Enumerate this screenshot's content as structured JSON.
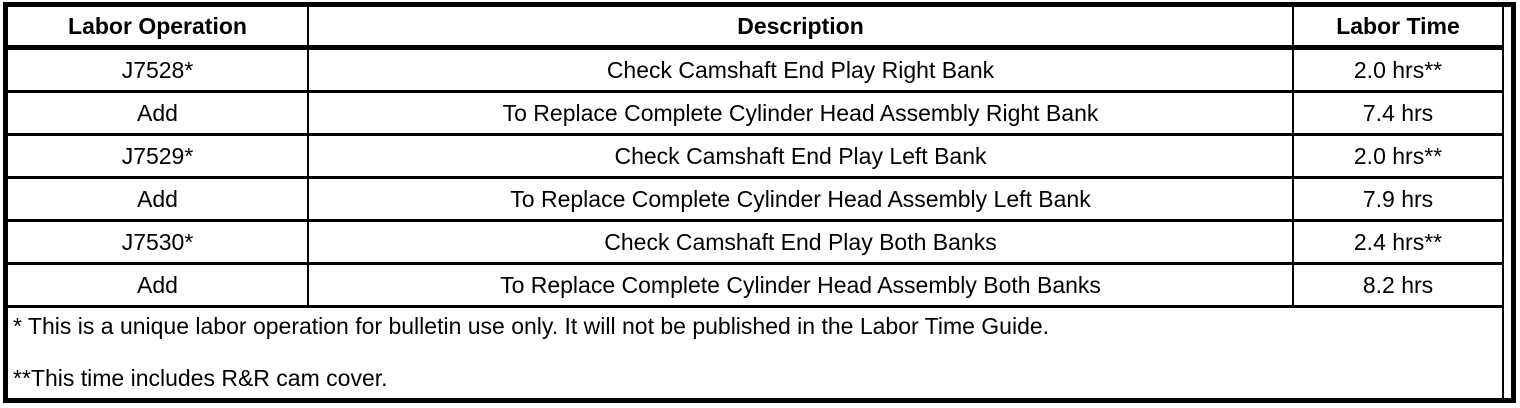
{
  "colors": {
    "border": "#000000",
    "background": "#ffffff",
    "text": "#000000"
  },
  "table": {
    "headers": [
      "Labor Operation",
      "Description",
      "Labor Time"
    ],
    "rows": [
      {
        "operation": "J7528*",
        "description": "Check Camshaft End Play Right Bank",
        "time": "2.0 hrs**"
      },
      {
        "operation": "Add",
        "description": "To Replace Complete Cylinder Head Assembly Right Bank",
        "time": "7.4 hrs"
      },
      {
        "operation": "J7529*",
        "description": "Check Camshaft End Play Left Bank",
        "time": "2.0 hrs**"
      },
      {
        "operation": "Add",
        "description": "To Replace Complete Cylinder Head Assembly Left Bank",
        "time": "7.9 hrs"
      },
      {
        "operation": "J7530*",
        "description": "Check Camshaft End Play Both Banks",
        "time": "2.4 hrs**"
      },
      {
        "operation": "Add",
        "description": "To Replace Complete Cylinder Head Assembly Both Banks",
        "time": "8.2 hrs"
      }
    ],
    "footnotes": [
      "* This is a unique labor operation for bulletin use only. It will not be published in the Labor Time Guide.",
      "**This time includes R&R cam cover."
    ]
  }
}
